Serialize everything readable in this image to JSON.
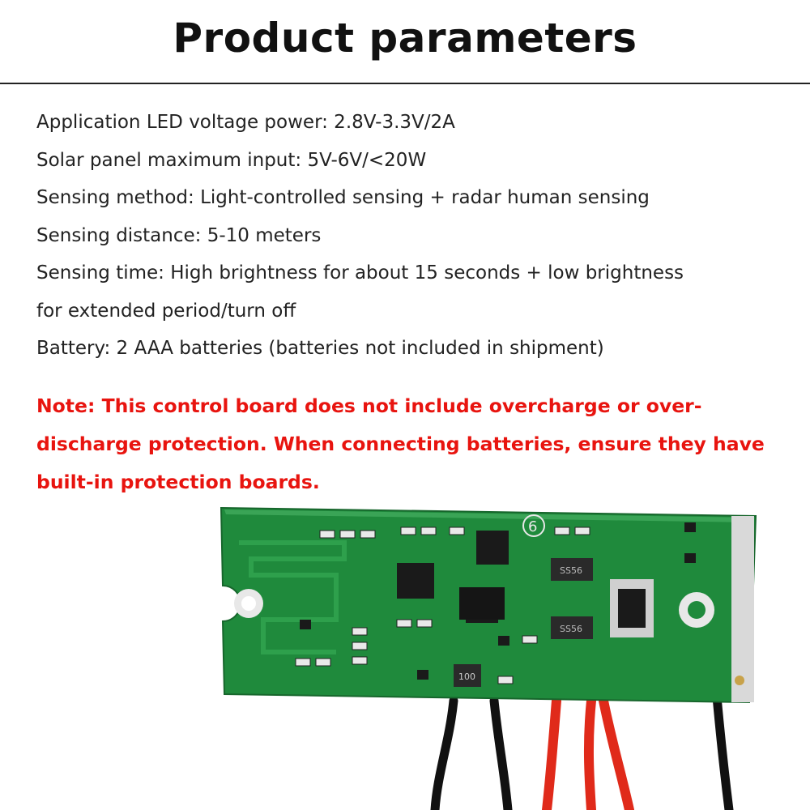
{
  "header": {
    "title": "Product parameters"
  },
  "specs": [
    "Application LED voltage power: 2.8V-3.3V/2A",
    "Solar panel maximum input: 5V-6V/<20W",
    "Sensing method: Light-controlled sensing + radar human sensing",
    "Sensing distance: 5-10 meters",
    "Sensing time: High brightness for about 15 seconds + low brightness",
    "for extended period/turn off",
    "Battery: 2 AAA batteries (batteries not included in shipment)"
  ],
  "note": [
    "Note: This control board does not include overcharge or over-",
    "discharge protection. When connecting batteries, ensure they have",
    "built-in protection boards."
  ],
  "board": {
    "marking_number": "6",
    "inductor_marking": "100",
    "diode_marking": "SS56"
  },
  "colors": {
    "note_red": "#e8140f",
    "pcb_green": "#1f8a3c",
    "wire_red": "#e02a1a",
    "wire_black": "#111111"
  }
}
